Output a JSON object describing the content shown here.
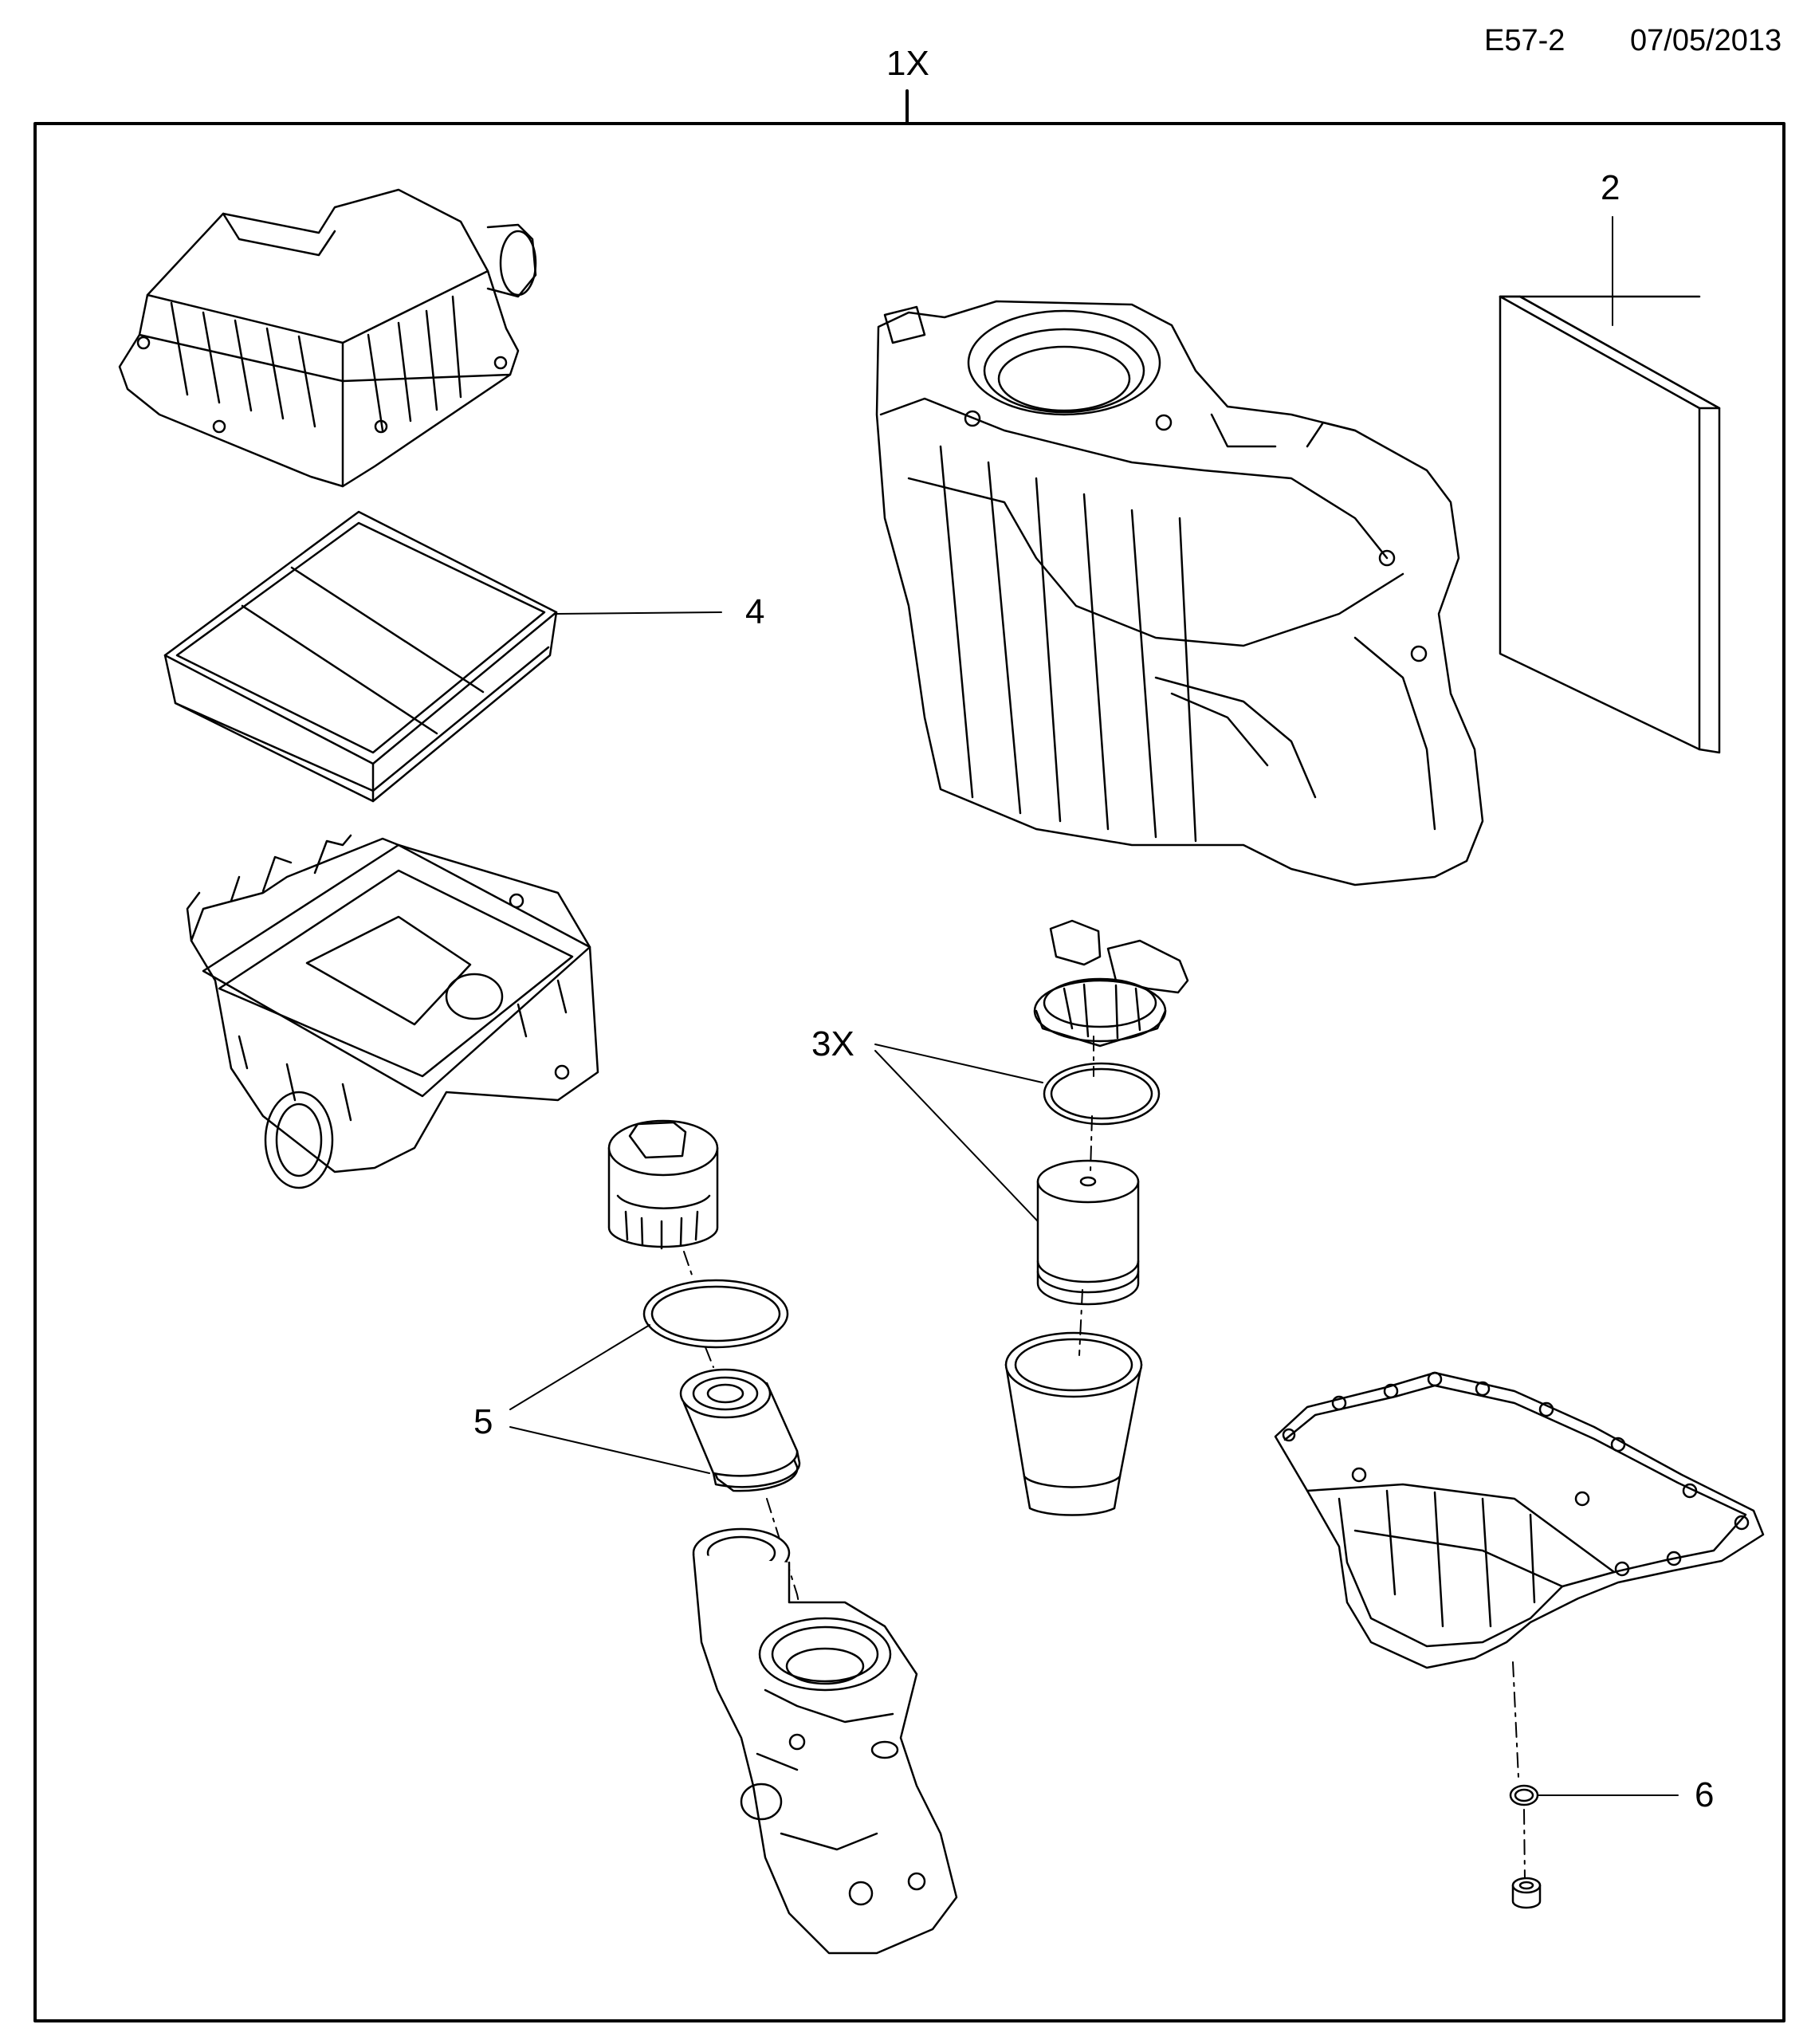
{
  "header": {
    "doc_code": "E57-2",
    "date": "07/05/2013"
  },
  "callouts": {
    "kit_1x": "1X",
    "cabin_filter_2": "2",
    "fuel_filter_kit_3x": "3X",
    "air_filter_4": "4",
    "oil_filter_5": "5",
    "drain_plug_seal_6": "6"
  },
  "parts": [
    "air-cleaner-upper-housing",
    "air-filter-element",
    "air-cleaner-lower-housing",
    "intake-manifold-housing",
    "cabin-filter-element",
    "fuel-filter-head",
    "fuel-filter-o-ring",
    "fuel-filter-element",
    "fuel-filter-bowl",
    "oil-filter-cap",
    "oil-filter-o-ring",
    "oil-filter-element",
    "oil-filter-housing",
    "oil-pan",
    "drain-plug-seal",
    "drain-plug"
  ]
}
